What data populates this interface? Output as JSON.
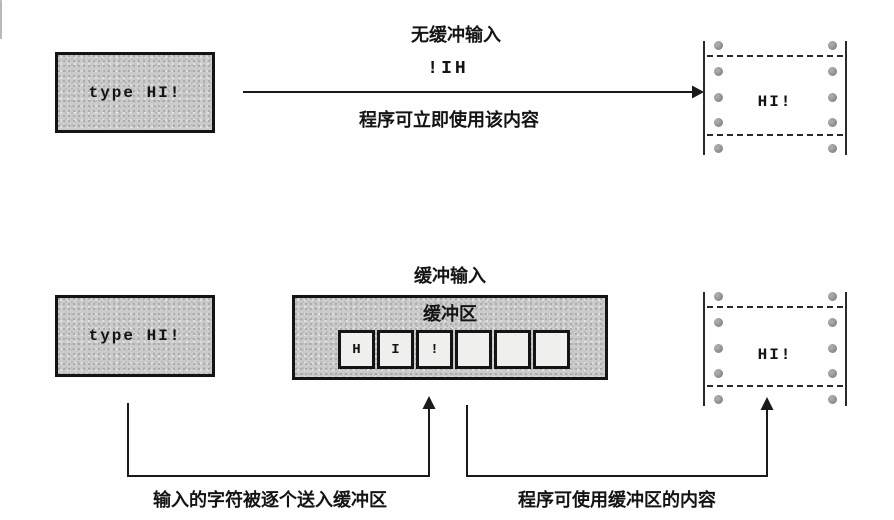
{
  "top_section": {
    "title": "无缓冲输入",
    "typed_label": "type HI!",
    "reversed_chars_label": "!IH",
    "caption": "程序可立即使用该内容",
    "display_text": "HI!"
  },
  "bottom_section": {
    "title": "缓冲输入",
    "typed_label": "type HI!",
    "buffer": {
      "label": "缓冲区",
      "cells": [
        "H",
        "I",
        "!",
        "",
        "",
        ""
      ]
    },
    "display_text": "HI!",
    "caption_left": "输入的字符被逐个送入缓冲区",
    "caption_right": "程序可使用缓冲区的内容"
  },
  "colors": {
    "background": "#fefefe",
    "box_fill": "#cbcbcb",
    "border": "#141414",
    "line": "#1a1a1a",
    "sprocket_dot": "#8d8d8d",
    "text": "#141414"
  }
}
